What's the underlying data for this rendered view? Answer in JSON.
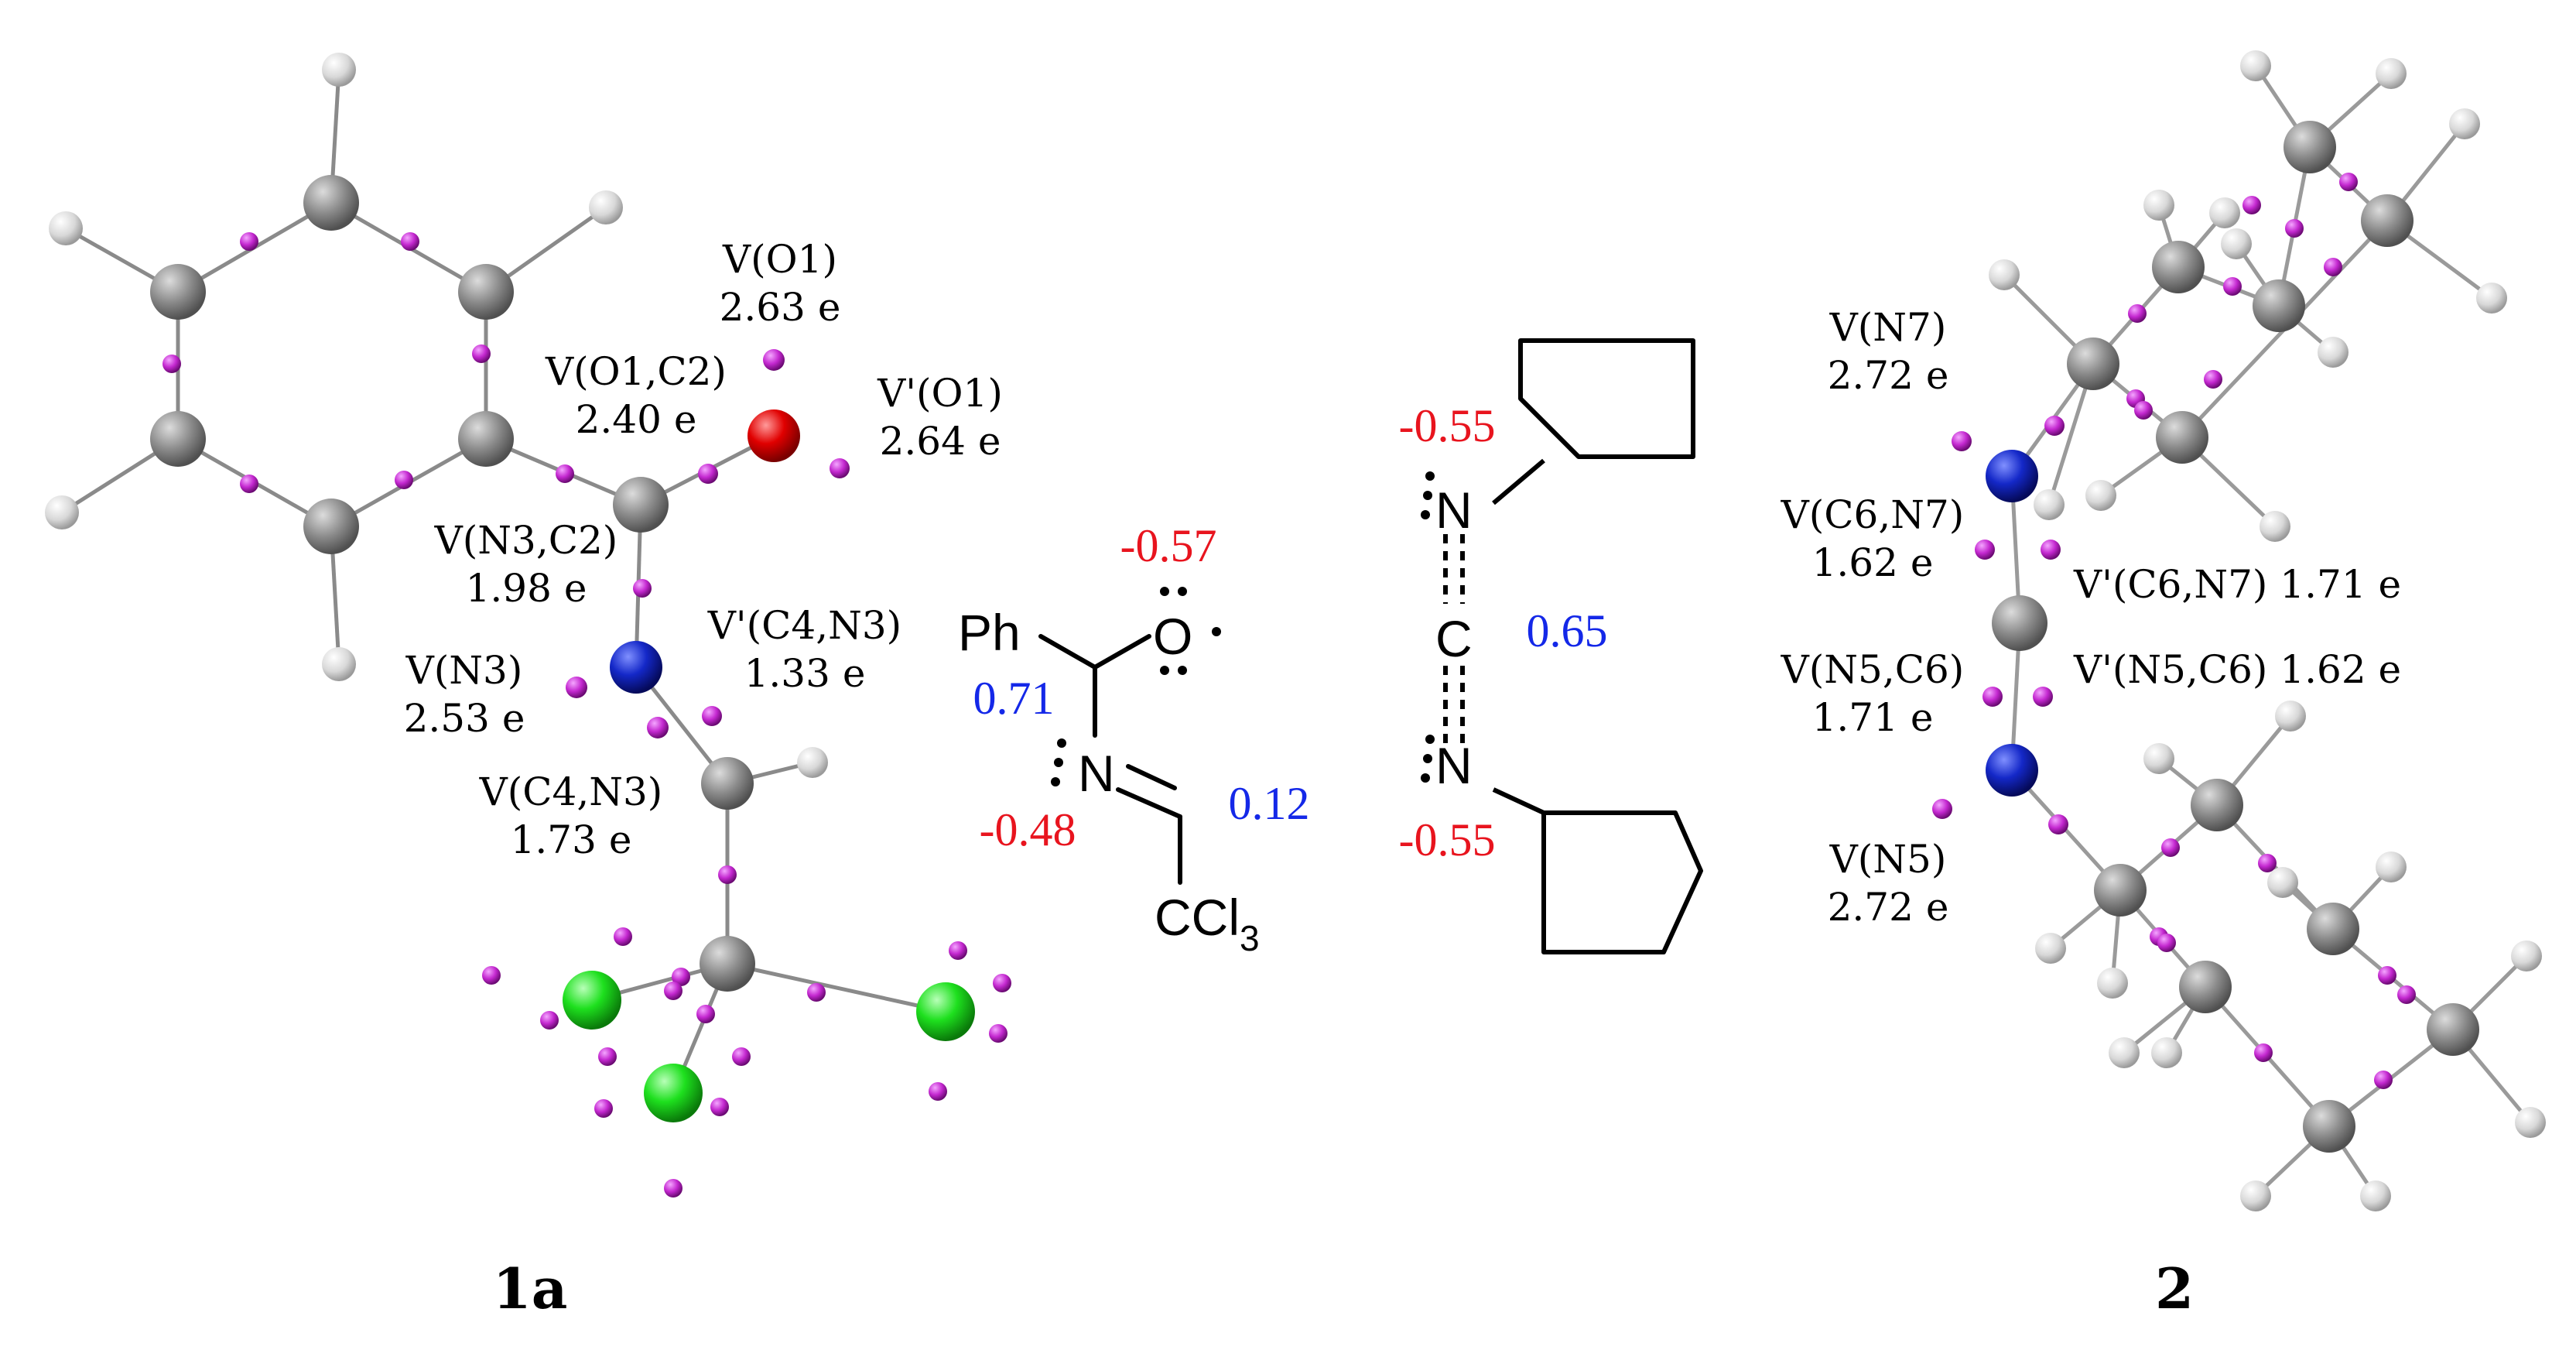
{
  "colors": {
    "carbon": "#8c8c8c",
    "hydrogen": "#e6e6e6",
    "oxygen": "#e00000",
    "nitrogen": "#1428c8",
    "chlorine": "#1ee01e",
    "basin": "#c428d0",
    "bond": "#8a8a8a",
    "negative_charge": "#e8141e",
    "positive_charge": "#1428e8"
  },
  "compounds": {
    "left": {
      "label": "1a",
      "basins": {
        "v_o1": {
          "name": "V(O1)",
          "pop": "2.63 e"
        },
        "v_prime_o1": {
          "name": "V'(O1)",
          "pop": "2.64 e"
        },
        "v_o1_c2": {
          "name": "V(O1,C2)",
          "pop": "2.40 e"
        },
        "v_n3_c2": {
          "name": "V(N3,C2)",
          "pop": "1.98 e"
        },
        "v_n3": {
          "name": "V(N3)",
          "pop": "2.53 e"
        },
        "v_prime_c4_n3": {
          "name": "V'(C4,N3)",
          "pop": "1.33 e"
        },
        "v_c4_n3": {
          "name": "V(C4,N3)",
          "pop": "1.73 e"
        }
      }
    },
    "right": {
      "label": "2",
      "basins": {
        "v_n7": {
          "name": "V(N7)",
          "pop": "2.72 e"
        },
        "v_c6_n7": {
          "name": "V(C6,N7)",
          "pop": "1.62 e"
        },
        "v_prime_c6_n7": {
          "name": "V'(C6,N7)",
          "pop": "1.71 e"
        },
        "v_n5_c6": {
          "name": "V(N5,C6)",
          "pop": "1.71 e"
        },
        "v_prime_n5_c6": {
          "name": "V'(N5,C6)",
          "pop": "1.62 e"
        },
        "v_n5": {
          "name": "V(N5)",
          "pop": "2.72 e"
        }
      }
    }
  },
  "lewis": {
    "imidate": {
      "ph": "Ph",
      "o": "O",
      "n": "N",
      "ccl3_main": "CCl",
      "ccl3_sub": "3",
      "charges": {
        "o": "-0.57",
        "c_ph": "0.71",
        "n": "-0.48",
        "c_ccl3": "0.12"
      }
    },
    "carbodiimide": {
      "n_top": "N",
      "c": "C",
      "n_bottom": "N",
      "charges": {
        "n_top": "-0.55",
        "c": "0.65",
        "n_bottom": "-0.55"
      }
    }
  }
}
